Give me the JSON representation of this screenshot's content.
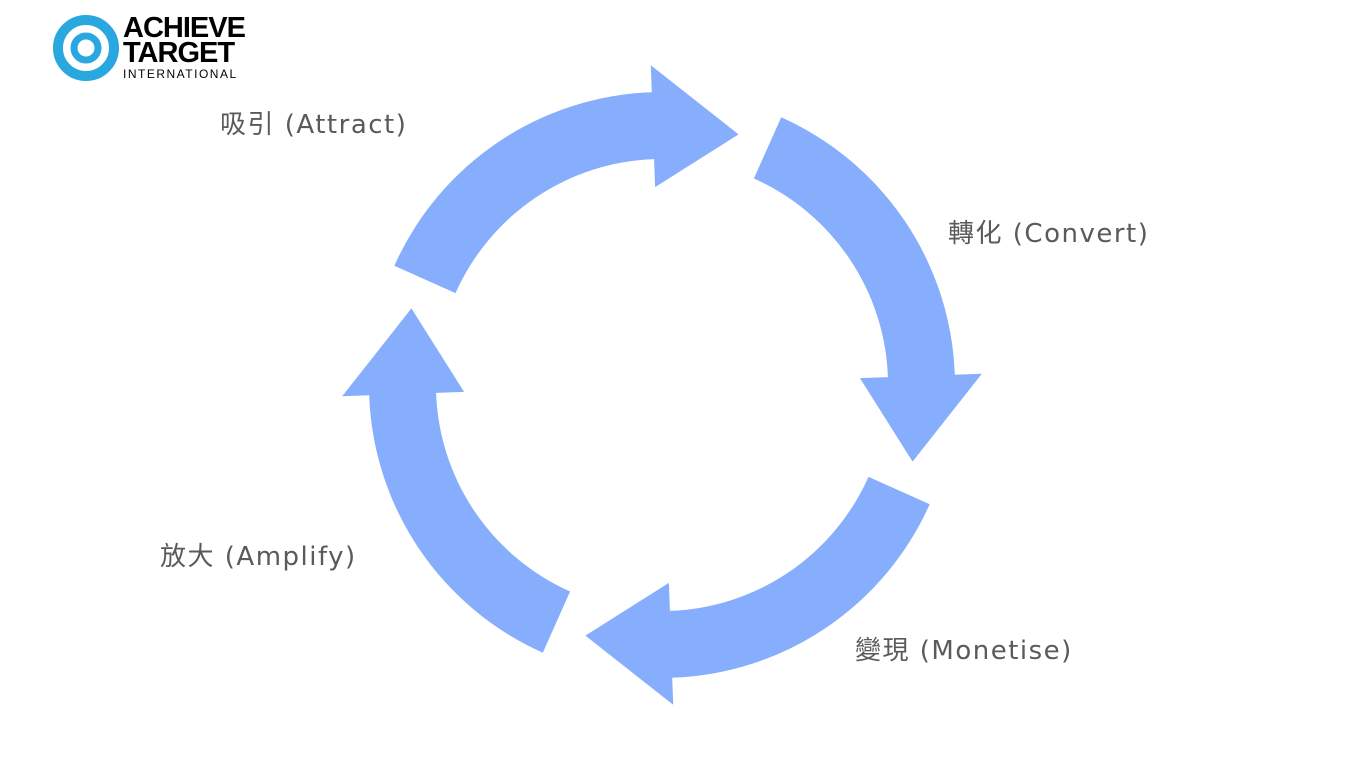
{
  "logo": {
    "line1": "ACHIEVE",
    "line2": "TARGET",
    "line3": "INTERNATIONAL",
    "ring_color": "#29a8e0"
  },
  "cycle": {
    "arrow_color": "#86aefc",
    "stages": [
      {
        "label": "吸引 (Attract)"
      },
      {
        "label": "轉化 (Convert)"
      },
      {
        "label": "變現 (Monetise)"
      },
      {
        "label": "放大 (Amplify)"
      }
    ]
  }
}
